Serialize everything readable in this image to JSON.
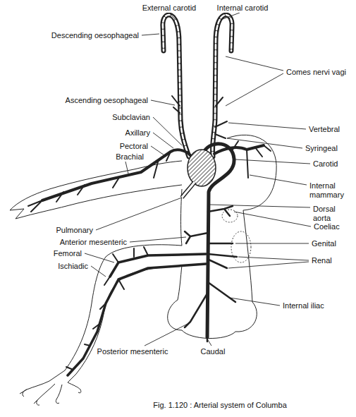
{
  "diagram": {
    "caption": "Fig. 1.120 : Arterial system of Columba",
    "labels": [
      "External carotid",
      "Internal carotid",
      "Descending oesophageal",
      "Comes nervi vagi",
      "Ascending oesophageal",
      "Subclavian",
      "Vertebral",
      "Axillary",
      "Pectoral",
      "Syringeal",
      "Brachial",
      "Carotid",
      "Internal mammary",
      "Pulmonary",
      "Dorsal aorta",
      "Anterior mesenteric",
      "Coeliac",
      "Femoral",
      "Genital",
      "Ischiadic",
      "Renal",
      "Internal iliac",
      "Posterior mesenteric",
      "Caudal"
    ]
  }
}
